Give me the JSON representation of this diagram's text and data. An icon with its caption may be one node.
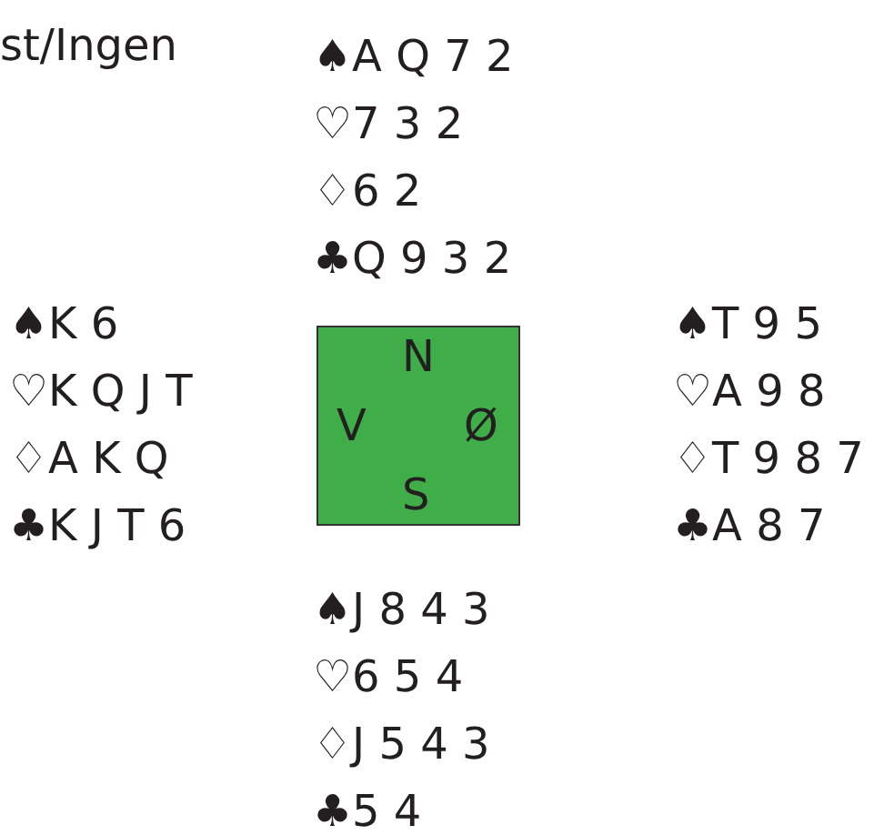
{
  "diagram": {
    "nodes": [
      {
        "text": [
          "N",
          "V",
          "Ø",
          "S"
        ]
      }
    ],
    "labels": [
      "st/Ingen",
      "♠A Q 7 2",
      "♡7 3 2",
      "♢6 2",
      "♣Q 9 3 2",
      "♠K 6",
      "♡K Q J T",
      "♢A K Q",
      "♣K J T 6",
      "♠T 9 5",
      "♡A 9 8",
      "♢T 9 8 7",
      "♣A 8 7",
      "♠J 8 4 3",
      "♡6 5 4",
      "♢J 5 4 3",
      "♣5 4"
    ]
  }
}
